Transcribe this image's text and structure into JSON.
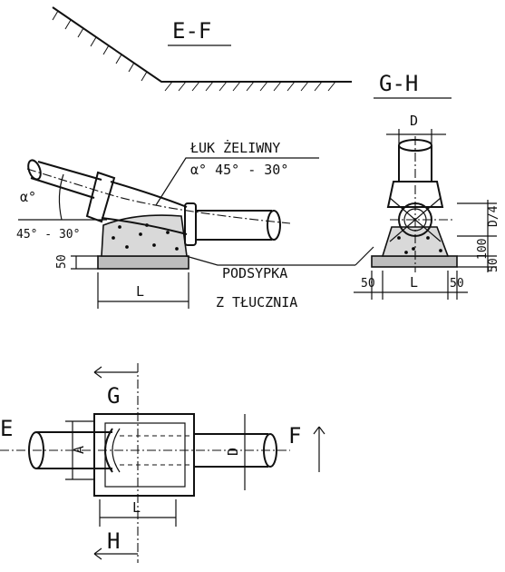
{
  "sections": {
    "ef": "E-F",
    "gh": "G-H"
  },
  "labels": {
    "cast_elbow": "ŁUK ŻELIWNY",
    "angle_range": "α° 45° - 30°",
    "angle_symbol": "α°",
    "angle_left": "45° - 30°",
    "fill_line1": "PODSYPKA",
    "fill_line2": "Z TŁUCZNIA"
  },
  "dims": {
    "d_top": "D",
    "d_quarter": "D/4",
    "h100": "100",
    "h50_right": "50",
    "h50_left": "50",
    "gh_50_left": "50",
    "gh_L": "L",
    "gh_50_right": "50",
    "side_L": "L",
    "plan_A": "A",
    "plan_D": "D",
    "plan_L": "L"
  },
  "plan_marks": {
    "g": "G",
    "h": "H",
    "e": "E",
    "f": "F"
  }
}
